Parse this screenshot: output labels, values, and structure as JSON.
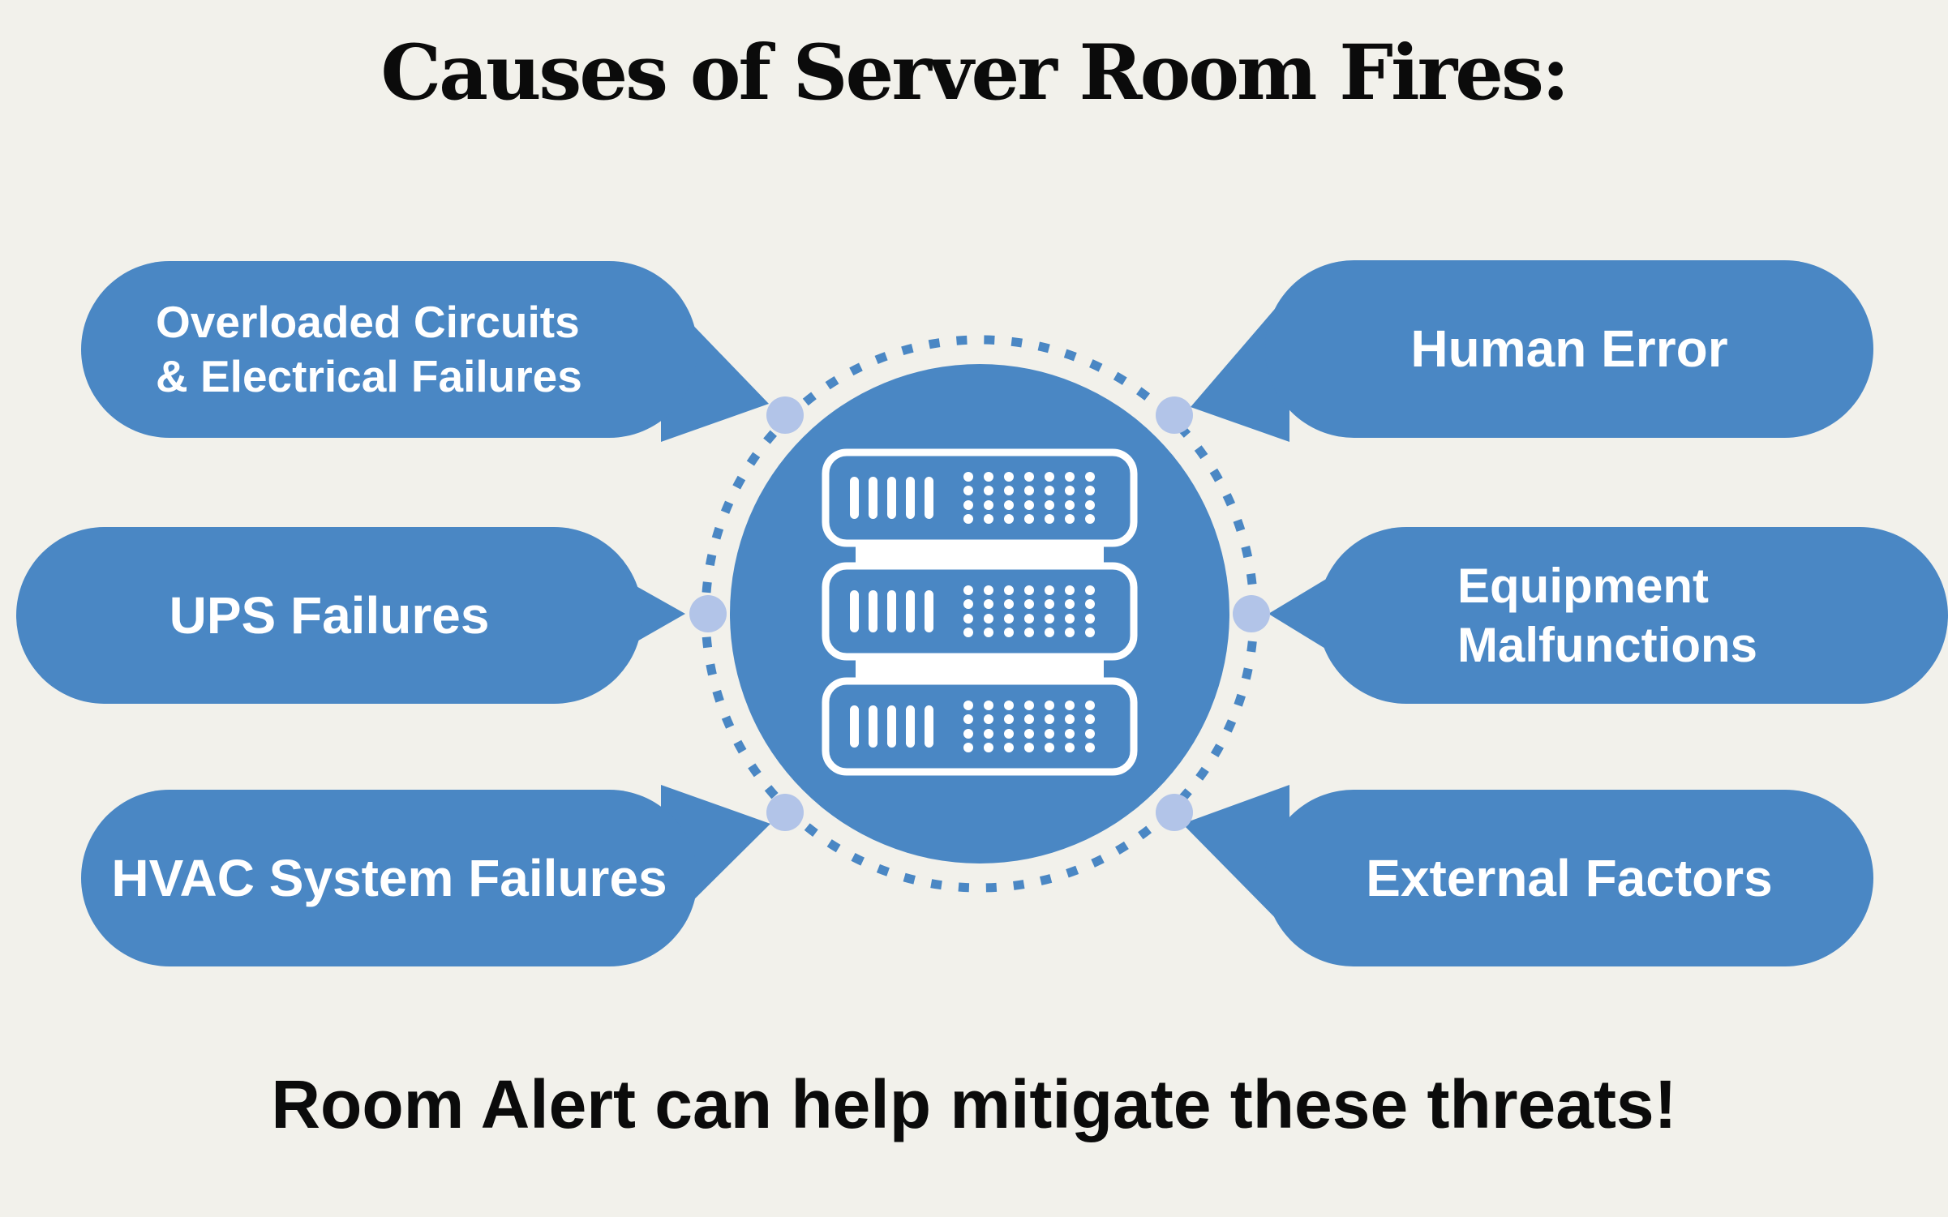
{
  "title": "Causes of Server Room Fires:",
  "footer": "Room Alert can help mitigate these threats!",
  "center": {
    "icon": "server-rack-icon",
    "description_dots": "connector-dots"
  },
  "bubbles": {
    "top_left": {
      "label": "Overloaded Circuits\n& Electrical Failures"
    },
    "middle_left": {
      "label": "UPS Failures"
    },
    "bottom_left": {
      "label": "HVAC System Failures"
    },
    "top_right": {
      "label": "Human Error"
    },
    "middle_right": {
      "label": "Equipment\nMalfunctions"
    },
    "bottom_right": {
      "label": "External Factors"
    }
  },
  "colors": {
    "background": "#F2F1EB",
    "bubble_blue": "#4A87C4",
    "dot_light_blue": "#B2C4E8",
    "text_dark": "#0B0B0B",
    "text_on_blue": "#FFFFFF"
  }
}
